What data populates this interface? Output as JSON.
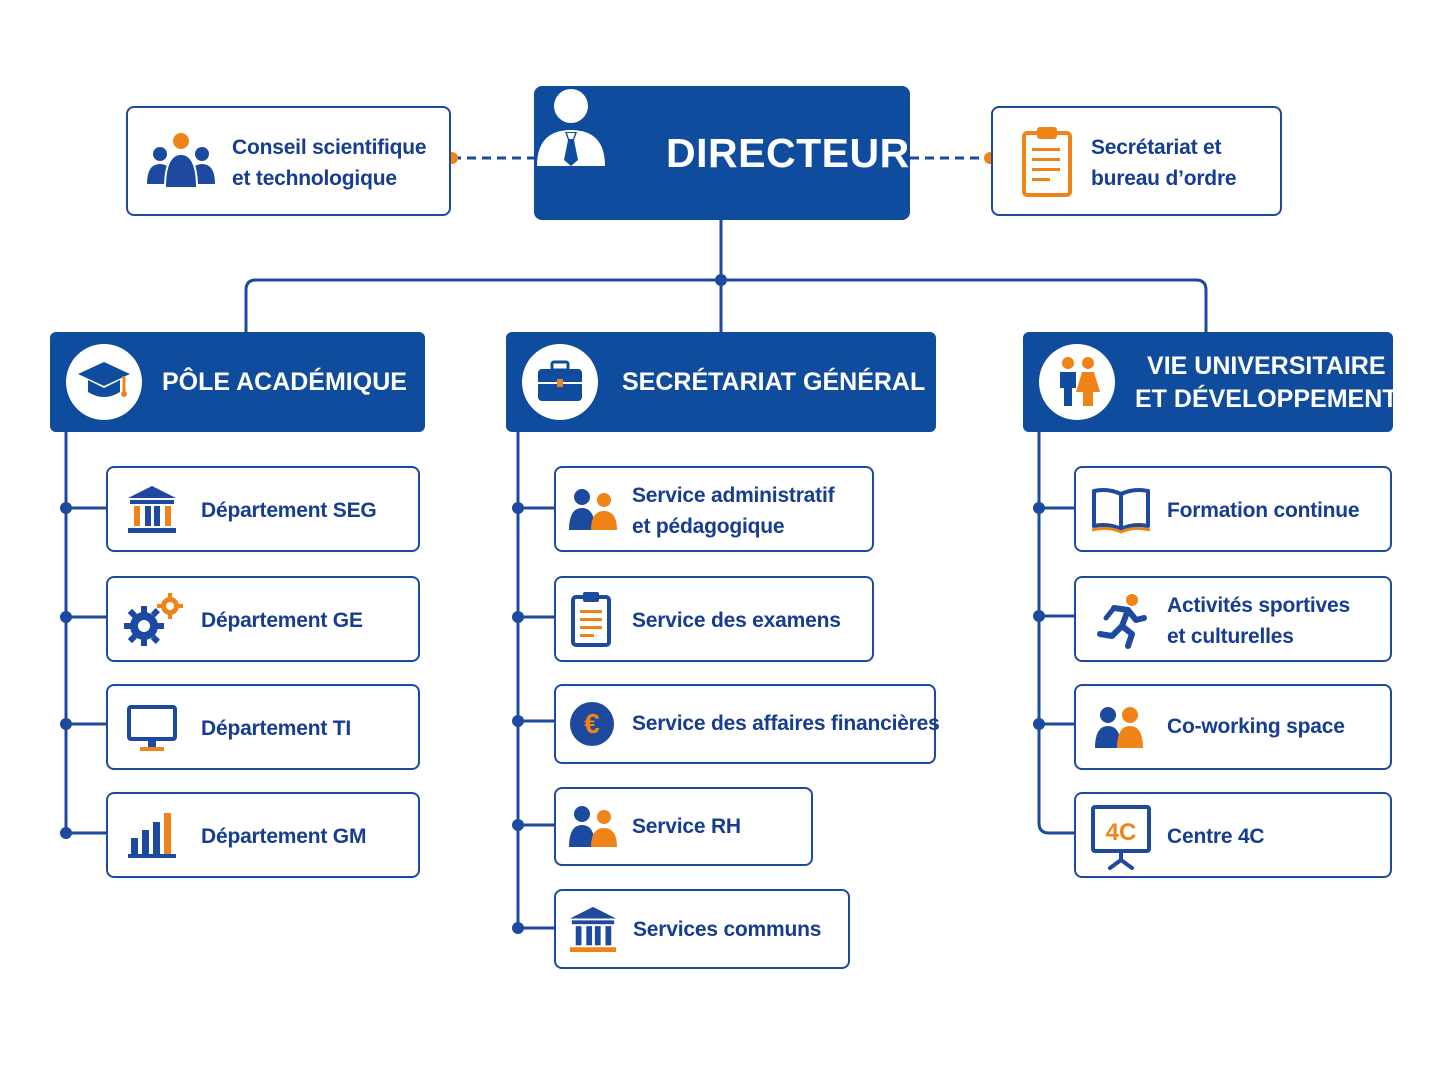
{
  "colors": {
    "primary": "#0f4c9e",
    "accent": "#f08318",
    "text": "#163d91"
  },
  "director": {
    "title": "DIRECTEUR",
    "icon": "director-person-icon"
  },
  "side_left": {
    "line1": "Conseil scientifique",
    "line2": "et technologique",
    "icon": "people-group-icon"
  },
  "side_right": {
    "line1": "Secrétariat et",
    "line2": "bureau d’ordre",
    "icon": "clipboard-icon"
  },
  "poles": {
    "academic": {
      "title": "PÔLE ACADÉMIQUE",
      "icon": "graduation-cap-icon",
      "items": [
        {
          "label": "Département SEG",
          "icon": "institution-icon"
        },
        {
          "label": "Département GE",
          "icon": "gears-icon"
        },
        {
          "label": "Département TI",
          "icon": "monitor-icon"
        },
        {
          "label": "Département GM",
          "icon": "bar-chart-icon"
        }
      ]
    },
    "secretariat": {
      "title": "SECRÉTARIAT GÉNÉRAL",
      "icon": "briefcase-icon",
      "items": [
        {
          "line1": "Service administratif",
          "line2": "et pédagogique",
          "icon": "people-pair-icon"
        },
        {
          "label": "Service des examens",
          "icon": "clipboard-list-icon"
        },
        {
          "label": "Service des affaires financières",
          "icon": "euro-icon"
        },
        {
          "label": "Service RH",
          "icon": "people-pair-icon"
        },
        {
          "label": "Services communs",
          "icon": "institution-icon"
        }
      ]
    },
    "vie": {
      "title_line1": "VIE UNIVERSITAIRE",
      "title_line2": "ET DÉVELOPPEMENT",
      "icon": "couple-icon",
      "items": [
        {
          "label": "Formation continue",
          "icon": "open-book-icon"
        },
        {
          "line1": "Activités sportives",
          "line2": "et culturelles",
          "icon": "runner-icon"
        },
        {
          "label": "Co-working space",
          "icon": "people-pair-icon"
        },
        {
          "label": "Centre 4C",
          "icon": "presentation-board-icon",
          "icon_text": "4C"
        }
      ]
    }
  }
}
